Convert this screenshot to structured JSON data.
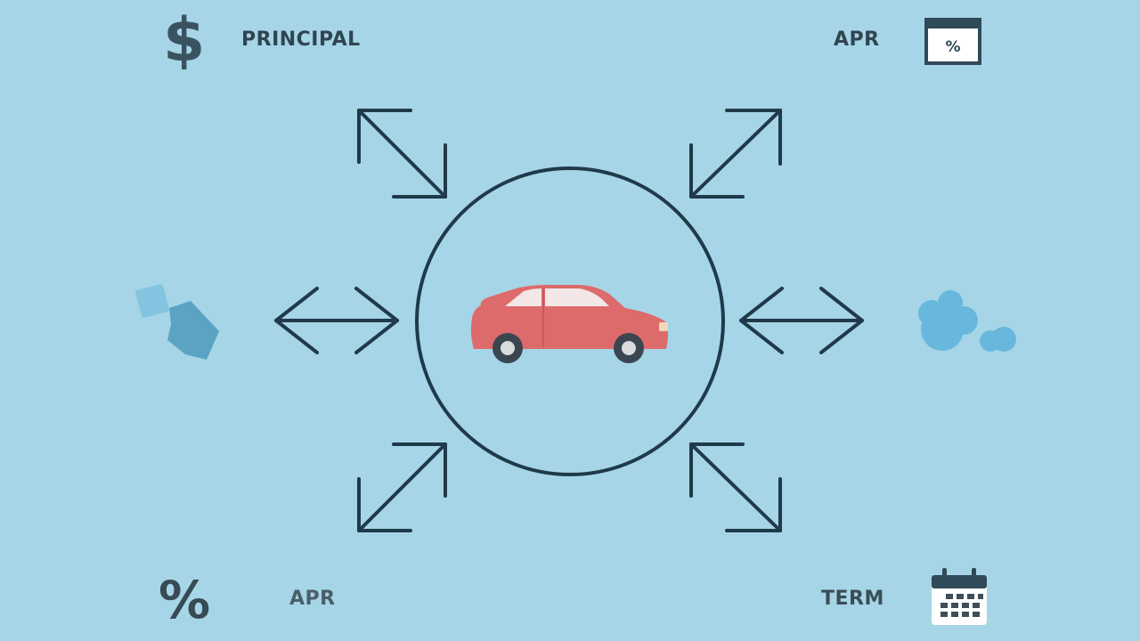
{
  "labels": {
    "principal": "PRINCIPAL",
    "apr_top": "APR",
    "apr_bottom": "APR",
    "term": "TERM"
  },
  "glyphs": {
    "dollar": "$",
    "percent": "%",
    "calendar_percent": "%"
  },
  "icons": {
    "top_left": "dollar-sign-icon",
    "top_right": "percent-calendar-icon",
    "left": "broken-shape-icon",
    "center": "red-car-icon",
    "right": "cloud-icon",
    "bottom_left": "percent-sign-icon",
    "bottom_right": "calendar-icon"
  },
  "colors": {
    "background": "#a6d5e7",
    "line": "#1f3a4a",
    "car_body": "#dd6b6b",
    "window": "#f2e6e6",
    "cloud": "#68b8de",
    "shape": "#5ba3c2"
  }
}
